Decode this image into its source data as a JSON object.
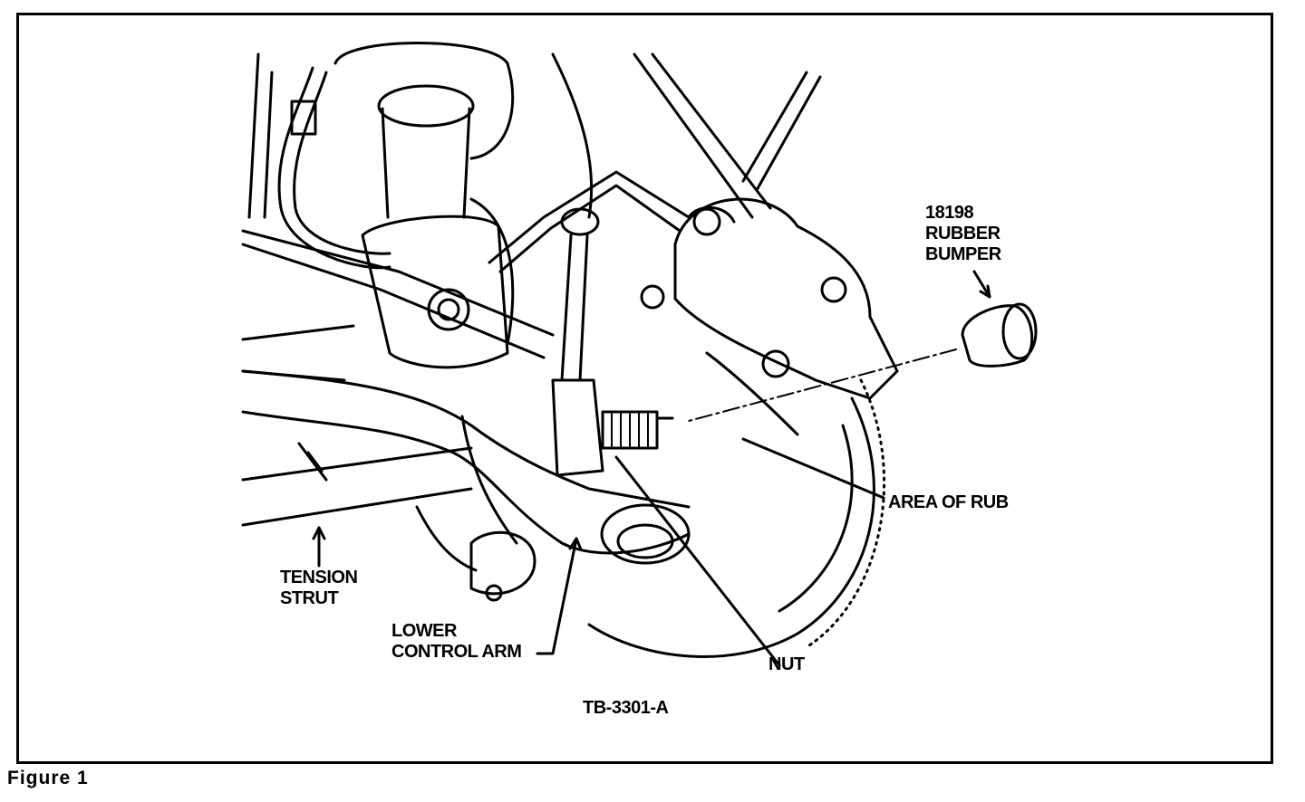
{
  "labels": {
    "rubber_bumper": [
      "18198",
      "RUBBER",
      "BUMPER"
    ],
    "area_of_rub": "AREA OF RUB",
    "tension_strut": [
      "TENSION",
      "STRUT"
    ],
    "lower_control_arm": [
      "LOWER",
      "CONTROL ARM"
    ],
    "nut": "NUT",
    "drawing_number": "TB-3301-A"
  },
  "caption": "Figure  1"
}
